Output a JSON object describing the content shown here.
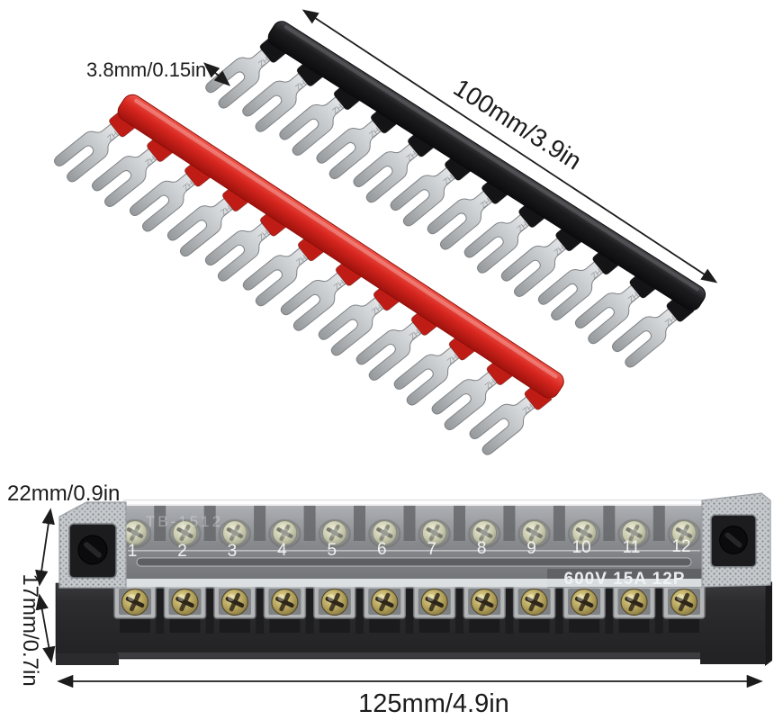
{
  "annotations": {
    "fork_width": "3.8mm/0.15in",
    "strip_length": "100mm/3.9in",
    "block_height": "22mm/0.9in",
    "block_depth": "17mm/0.7in",
    "block_length": "125mm/4.9in"
  },
  "strips": {
    "stamp_text": "HZ",
    "black": {
      "color": "#1b1b1d",
      "terminal_count": 12
    },
    "red": {
      "color": "#d6251f",
      "terminal_count": 12
    }
  },
  "terminal_block": {
    "model_text": "TB-1512",
    "rating_text": "600V 15A 12P",
    "positions": [
      "1",
      "2",
      "3",
      "4",
      "5",
      "6",
      "7",
      "8",
      "9",
      "10",
      "11",
      "12"
    ]
  },
  "colors": {
    "background": "#ffffff",
    "annotation": "#1b1b1b",
    "red_strip": "#d6251f",
    "black_strip": "#1b1b1d",
    "terminal_silver": "#c3c6c9",
    "brass": "#a89a58",
    "base_black": "#2a2a2d"
  }
}
